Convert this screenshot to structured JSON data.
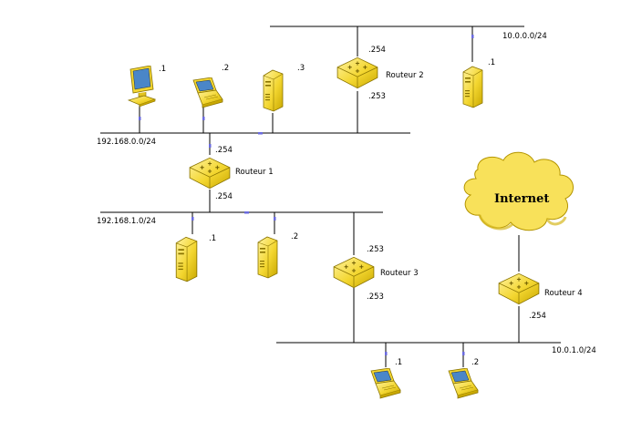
{
  "networks": [
    {
      "id": "net10000",
      "label": "10.0.0.0/24"
    },
    {
      "id": "net19216800",
      "label": "192.168.0.0/24"
    },
    {
      "id": "net19216810",
      "label": "192.168.1.0/24"
    },
    {
      "id": "net10010",
      "label": "10.0.1.0/24"
    }
  ],
  "routers": [
    {
      "id": "r1",
      "label": "Routeur 1",
      "ip_top": ".254",
      "ip_bottom": ".254"
    },
    {
      "id": "r2",
      "label": "Routeur 2",
      "ip_top": ".254",
      "ip_bottom": ".253"
    },
    {
      "id": "r3",
      "label": "Routeur 3",
      "ip_top": ".253",
      "ip_bottom": ".253"
    },
    {
      "id": "r4",
      "label": "Routeur 4",
      "ip_bottom": ".254"
    }
  ],
  "hosts": [
    {
      "id": "h0_1",
      "type": "desktop",
      "ip": ".1"
    },
    {
      "id": "h0_2",
      "type": "laptop",
      "ip": ".2"
    },
    {
      "id": "h0_3",
      "type": "server",
      "ip": ".3"
    },
    {
      "id": "h00_1",
      "type": "server",
      "ip": ".1"
    },
    {
      "id": "h1_1",
      "type": "server",
      "ip": ".1"
    },
    {
      "id": "h1_2",
      "type": "server",
      "ip": ".2"
    },
    {
      "id": "h01_1",
      "type": "laptop",
      "ip": ".1"
    },
    {
      "id": "h01_2",
      "type": "laptop",
      "ip": ".2"
    }
  ],
  "cloud": {
    "label": "Internet"
  },
  "colors": {
    "device_fill": "#f6dd3c",
    "device_stroke": "#8a7400",
    "cloud_fill": "#f8e15a",
    "port": "#6a6adf",
    "line": "#000000"
  }
}
